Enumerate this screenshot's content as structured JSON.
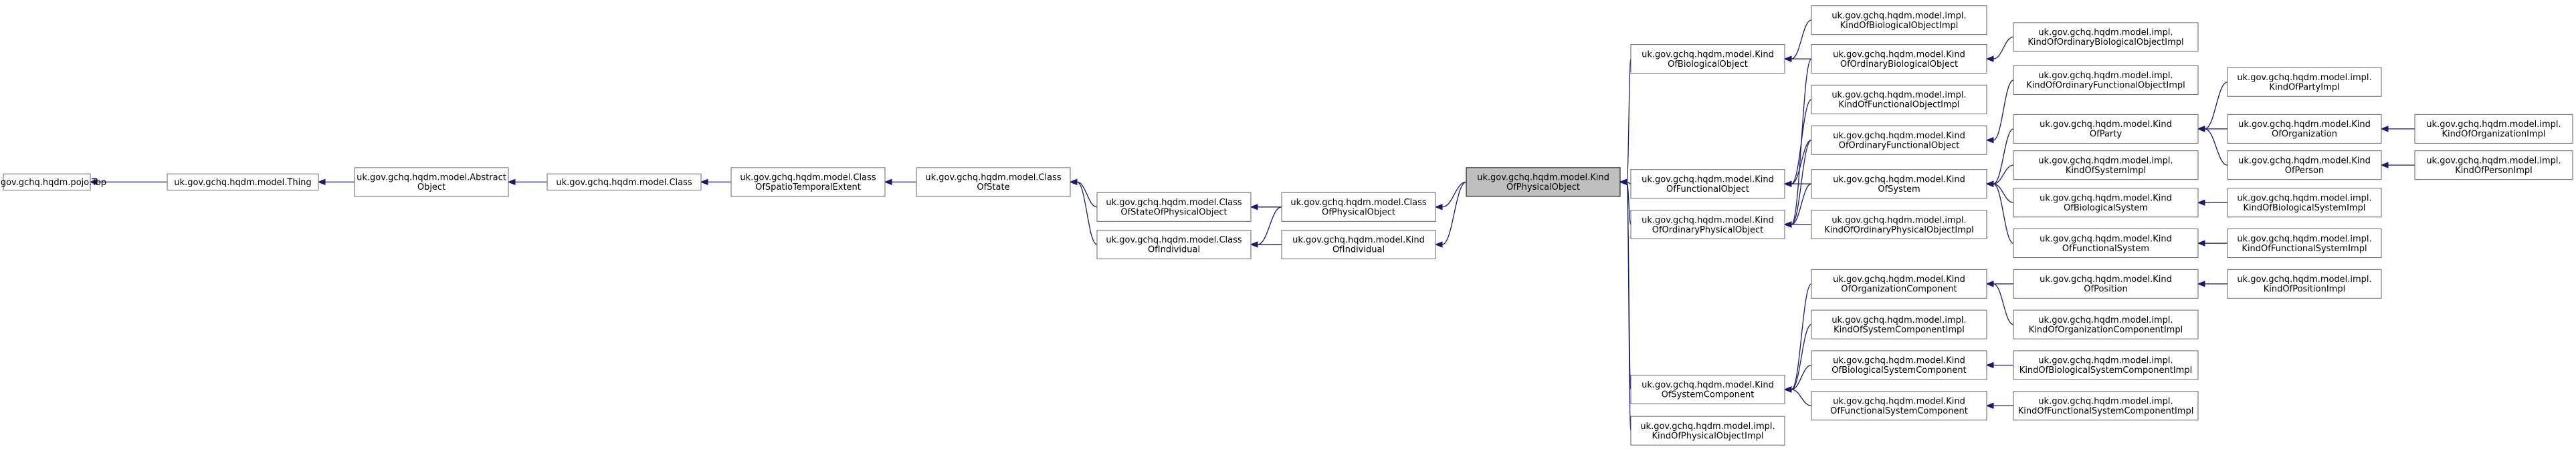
{
  "colors": {
    "edge": "#191970",
    "highlight_fill": "#bfbfbf",
    "node_border": "#666666"
  },
  "nodes": {
    "pojo_top": [
      "uk.gov.gchq.hqdm.pojo.Top"
    ],
    "thing": [
      "uk.gov.gchq.hqdm.model.Thing"
    ],
    "abstract_object": [
      "uk.gov.gchq.hqdm.model.Abstract",
      "Object"
    ],
    "class": [
      "uk.gov.gchq.hqdm.model.Class"
    ],
    "class_ste": [
      "uk.gov.gchq.hqdm.model.Class",
      "OfSpatioTemporalExtent"
    ],
    "class_state": [
      "uk.gov.gchq.hqdm.model.Class",
      "OfState"
    ],
    "class_state_po": [
      "uk.gov.gchq.hqdm.model.Class",
      "OfStateOfPhysicalObject"
    ],
    "class_individual": [
      "uk.gov.gchq.hqdm.model.Class",
      "OfIndividual"
    ],
    "class_po": [
      "uk.gov.gchq.hqdm.model.Class",
      "OfPhysicalObject"
    ],
    "kind_individual": [
      "uk.gov.gchq.hqdm.model.Kind",
      "OfIndividual"
    ],
    "kind_po": [
      "uk.gov.gchq.hqdm.model.Kind",
      "OfPhysicalObject"
    ],
    "kind_bio_obj": [
      "uk.gov.gchq.hqdm.model.Kind",
      "OfBiologicalObject"
    ],
    "kind_func_obj": [
      "uk.gov.gchq.hqdm.model.Kind",
      "OfFunctionalObject"
    ],
    "kind_ord_po": [
      "uk.gov.gchq.hqdm.model.Kind",
      "OfOrdinaryPhysicalObject"
    ],
    "kind_sys_comp": [
      "uk.gov.gchq.hqdm.model.Kind",
      "OfSystemComponent"
    ],
    "kind_po_impl": [
      "uk.gov.gchq.hqdm.model.impl.",
      "KindOfPhysicalObjectImpl"
    ],
    "kind_bio_obj_impl": [
      "uk.gov.gchq.hqdm.model.impl.",
      "KindOfBiologicalObjectImpl"
    ],
    "kind_ord_bio_obj": [
      "uk.gov.gchq.hqdm.model.Kind",
      "OfOrdinaryBiologicalObject"
    ],
    "kind_func_obj_impl": [
      "uk.gov.gchq.hqdm.model.impl.",
      "KindOfFunctionalObjectImpl"
    ],
    "kind_ord_func_obj": [
      "uk.gov.gchq.hqdm.model.Kind",
      "OfOrdinaryFunctionalObject"
    ],
    "kind_system": [
      "uk.gov.gchq.hqdm.model.Kind",
      "OfSystem"
    ],
    "kind_ord_po_impl": [
      "uk.gov.gchq.hqdm.model.impl.",
      "KindOfOrdinaryPhysicalObjectImpl"
    ],
    "kind_org_comp": [
      "uk.gov.gchq.hqdm.model.Kind",
      "OfOrganizationComponent"
    ],
    "kind_sys_comp_impl": [
      "uk.gov.gchq.hqdm.model.impl.",
      "KindOfSystemComponentImpl"
    ],
    "kind_bio_sys_comp": [
      "uk.gov.gchq.hqdm.model.Kind",
      "OfBiologicalSystemComponent"
    ],
    "kind_func_sys_comp": [
      "uk.gov.gchq.hqdm.model.Kind",
      "OfFunctionalSystemComponent"
    ],
    "kind_ord_bio_obj_impl": [
      "uk.gov.gchq.hqdm.model.impl.",
      "KindOfOrdinaryBiologicalObjectImpl"
    ],
    "kind_ord_func_obj_impl": [
      "uk.gov.gchq.hqdm.model.impl.",
      "KindOfOrdinaryFunctionalObjectImpl"
    ],
    "kind_party": [
      "uk.gov.gchq.hqdm.model.Kind",
      "OfParty"
    ],
    "kind_system_impl": [
      "uk.gov.gchq.hqdm.model.impl.",
      "KindOfSystemImpl"
    ],
    "kind_bio_sys": [
      "uk.gov.gchq.hqdm.model.Kind",
      "OfBiologicalSystem"
    ],
    "kind_func_sys": [
      "uk.gov.gchq.hqdm.model.Kind",
      "OfFunctionalSystem"
    ],
    "kind_position": [
      "uk.gov.gchq.hqdm.model.Kind",
      "OfPosition"
    ],
    "kind_org_comp_impl": [
      "uk.gov.gchq.hqdm.model.impl.",
      "KindOfOrganizationComponentImpl"
    ],
    "kind_bio_sys_comp_impl": [
      "uk.gov.gchq.hqdm.model.impl.",
      "KindOfBiologicalSystemComponentImpl"
    ],
    "kind_func_sys_comp_impl": [
      "uk.gov.gchq.hqdm.model.impl.",
      "KindOfFunctionalSystemComponentImpl"
    ],
    "kind_party_impl": [
      "uk.gov.gchq.hqdm.model.impl.",
      "KindOfPartyImpl"
    ],
    "kind_organization": [
      "uk.gov.gchq.hqdm.model.Kind",
      "OfOrganization"
    ],
    "kind_person": [
      "uk.gov.gchq.hqdm.model.Kind",
      "OfPerson"
    ],
    "kind_bio_sys_impl": [
      "uk.gov.gchq.hqdm.model.impl.",
      "KindOfBiologicalSystemImpl"
    ],
    "kind_func_sys_impl": [
      "uk.gov.gchq.hqdm.model.impl.",
      "KindOfFunctionalSystemImpl"
    ],
    "kind_position_impl": [
      "uk.gov.gchq.hqdm.model.impl.",
      "KindOfPositionImpl"
    ],
    "kind_organization_impl": [
      "uk.gov.gchq.hqdm.model.impl.",
      "KindOfOrganizationImpl"
    ],
    "kind_person_impl": [
      "uk.gov.gchq.hqdm.model.impl.",
      "KindOfPersonImpl"
    ]
  },
  "edges": [
    [
      "thing",
      "pojo_top"
    ],
    [
      "abstract_object",
      "thing"
    ],
    [
      "class",
      "abstract_object"
    ],
    [
      "class_ste",
      "class"
    ],
    [
      "class_state",
      "class_ste"
    ],
    [
      "class_state_po",
      "class_state"
    ],
    [
      "class_individual",
      "class_state"
    ],
    [
      "class_po",
      "class_state_po"
    ],
    [
      "class_po",
      "class_individual"
    ],
    [
      "kind_individual",
      "class_individual"
    ],
    [
      "kind_po",
      "class_po"
    ],
    [
      "kind_po",
      "kind_individual"
    ],
    [
      "kind_bio_obj",
      "kind_po"
    ],
    [
      "kind_func_obj",
      "kind_po"
    ],
    [
      "kind_ord_po",
      "kind_po"
    ],
    [
      "kind_sys_comp",
      "kind_po"
    ],
    [
      "kind_po_impl",
      "kind_po"
    ],
    [
      "kind_bio_obj_impl",
      "kind_bio_obj"
    ],
    [
      "kind_ord_bio_obj",
      "kind_bio_obj"
    ],
    [
      "kind_ord_bio_obj",
      "kind_ord_po"
    ],
    [
      "kind_func_obj_impl",
      "kind_func_obj"
    ],
    [
      "kind_ord_func_obj",
      "kind_func_obj"
    ],
    [
      "kind_ord_func_obj",
      "kind_ord_po"
    ],
    [
      "kind_system",
      "kind_func_obj"
    ],
    [
      "kind_system",
      "kind_ord_po"
    ],
    [
      "kind_ord_po_impl",
      "kind_ord_po"
    ],
    [
      "kind_org_comp",
      "kind_sys_comp"
    ],
    [
      "kind_sys_comp_impl",
      "kind_sys_comp"
    ],
    [
      "kind_bio_sys_comp",
      "kind_sys_comp"
    ],
    [
      "kind_func_sys_comp",
      "kind_sys_comp"
    ],
    [
      "kind_ord_bio_obj_impl",
      "kind_ord_bio_obj"
    ],
    [
      "kind_ord_func_obj_impl",
      "kind_ord_func_obj"
    ],
    [
      "kind_party",
      "kind_system"
    ],
    [
      "kind_system_impl",
      "kind_system"
    ],
    [
      "kind_bio_sys",
      "kind_system"
    ],
    [
      "kind_func_sys",
      "kind_system"
    ],
    [
      "kind_position",
      "kind_org_comp"
    ],
    [
      "kind_org_comp_impl",
      "kind_org_comp"
    ],
    [
      "kind_bio_sys_comp_impl",
      "kind_bio_sys_comp"
    ],
    [
      "kind_func_sys_comp_impl",
      "kind_func_sys_comp"
    ],
    [
      "kind_party_impl",
      "kind_party"
    ],
    [
      "kind_organization",
      "kind_party"
    ],
    [
      "kind_person",
      "kind_party"
    ],
    [
      "kind_bio_sys_impl",
      "kind_bio_sys"
    ],
    [
      "kind_func_sys_impl",
      "kind_func_sys"
    ],
    [
      "kind_position_impl",
      "kind_position"
    ],
    [
      "kind_organization_impl",
      "kind_organization"
    ],
    [
      "kind_person_impl",
      "kind_person"
    ]
  ]
}
